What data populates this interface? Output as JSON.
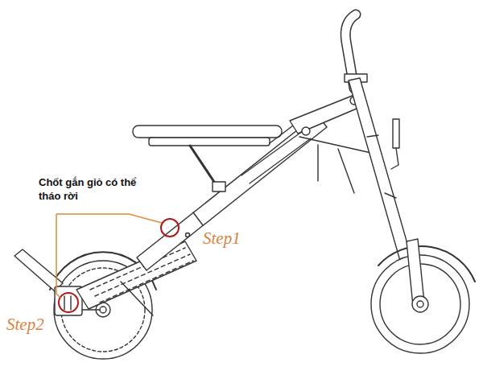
{
  "diagram": {
    "labels": [
      "Chốt gắn giỏ có thể tháo rời",
      "Step1",
      "Step2"
    ]
  }
}
